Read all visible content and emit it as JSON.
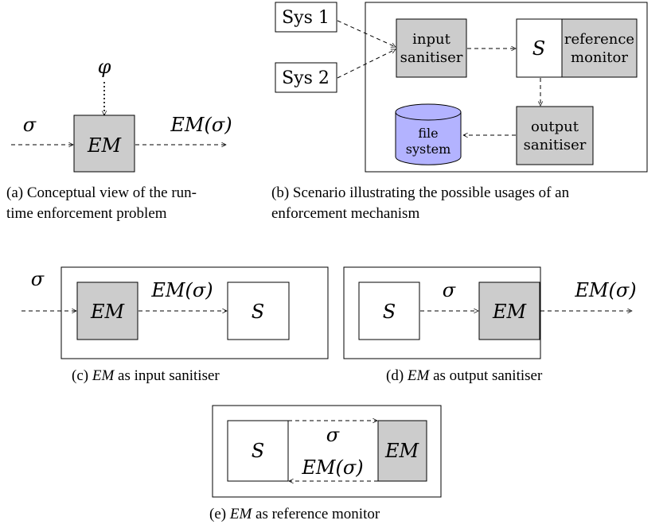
{
  "a": {
    "phi": "φ",
    "sigma": "σ",
    "em": "EM",
    "em_sigma": "EM(σ)",
    "caption_line1": "(a) Conceptual view of the run-",
    "caption_line2": "time enforcement problem"
  },
  "b": {
    "sys1": "Sys 1",
    "sys2": "Sys 2",
    "input_sanitiser_l1": "input",
    "input_sanitiser_l2": "sanitiser",
    "s": "S",
    "reference_monitor_l1": "reference",
    "reference_monitor_l2": "monitor",
    "output_sanitiser_l1": "output",
    "output_sanitiser_l2": "sanitiser",
    "file_system_l1": "file",
    "file_system_l2": "system",
    "caption_line1": "(b) Scenario illustrating the possible usages of an",
    "caption_line2": "enforcement mechanism"
  },
  "c": {
    "sigma": "σ",
    "em": "EM",
    "em_sigma": "EM(σ)",
    "s": "S",
    "caption_prefix": "(c)",
    "caption_em": "EM",
    "caption_suffix": "as input sanitiser"
  },
  "d": {
    "s": "S",
    "sigma": "σ",
    "em": "EM",
    "em_sigma": "EM(σ)",
    "caption_prefix": "(d)",
    "caption_em": "EM",
    "caption_suffix": "as output sanitiser"
  },
  "e": {
    "s": "S",
    "sigma": "σ",
    "em_sigma": "EM(σ)",
    "em": "EM",
    "caption_prefix": "(e)",
    "caption_em": "EM",
    "caption_suffix": "as reference monitor"
  },
  "colors": {
    "gray_fill": "#cccccc",
    "cylinder_fill": "#b3b3ff",
    "stroke": "#000000"
  }
}
